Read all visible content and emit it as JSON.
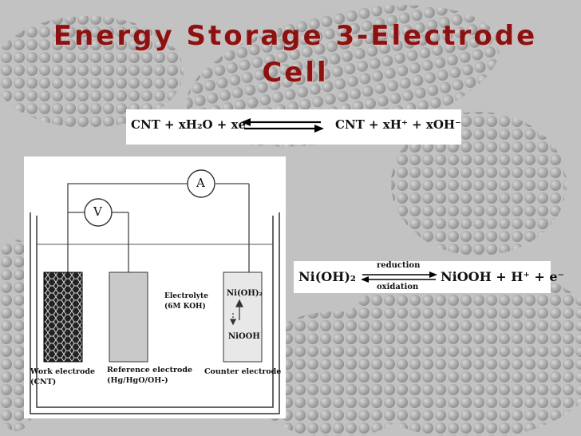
{
  "title": {
    "line1": "Energy Storage 3-Electrode",
    "line2": "Cell"
  },
  "equation_top": {
    "left": "CNT + xH₂O + xe⁻",
    "right": "CNT + xH⁺ + xOH⁻"
  },
  "equation_right": {
    "left": "Ni(OH)₂",
    "right": "NiOOH + H⁺ + e⁻",
    "arrow_top": "reduction",
    "arrow_bottom": "oxidation"
  },
  "diagram": {
    "ammeter_label": "A",
    "voltmeter_label": "V",
    "electrolyte_line1": "Electrolyte",
    "electrolyte_line2": "(6M KOH)",
    "counter_top": "Ni(OH)₂",
    "counter_bottom": "NiOOH",
    "work_label_line1": "Work electrode",
    "work_label_line2": "(CNT)",
    "reference_label_line1": "Reference electrode",
    "reference_label_line2": "(Hg/HgO/OH-)",
    "counter_label": "Counter electrode"
  },
  "colors": {
    "title": "#8b1210",
    "background": "#bcbcbc"
  }
}
